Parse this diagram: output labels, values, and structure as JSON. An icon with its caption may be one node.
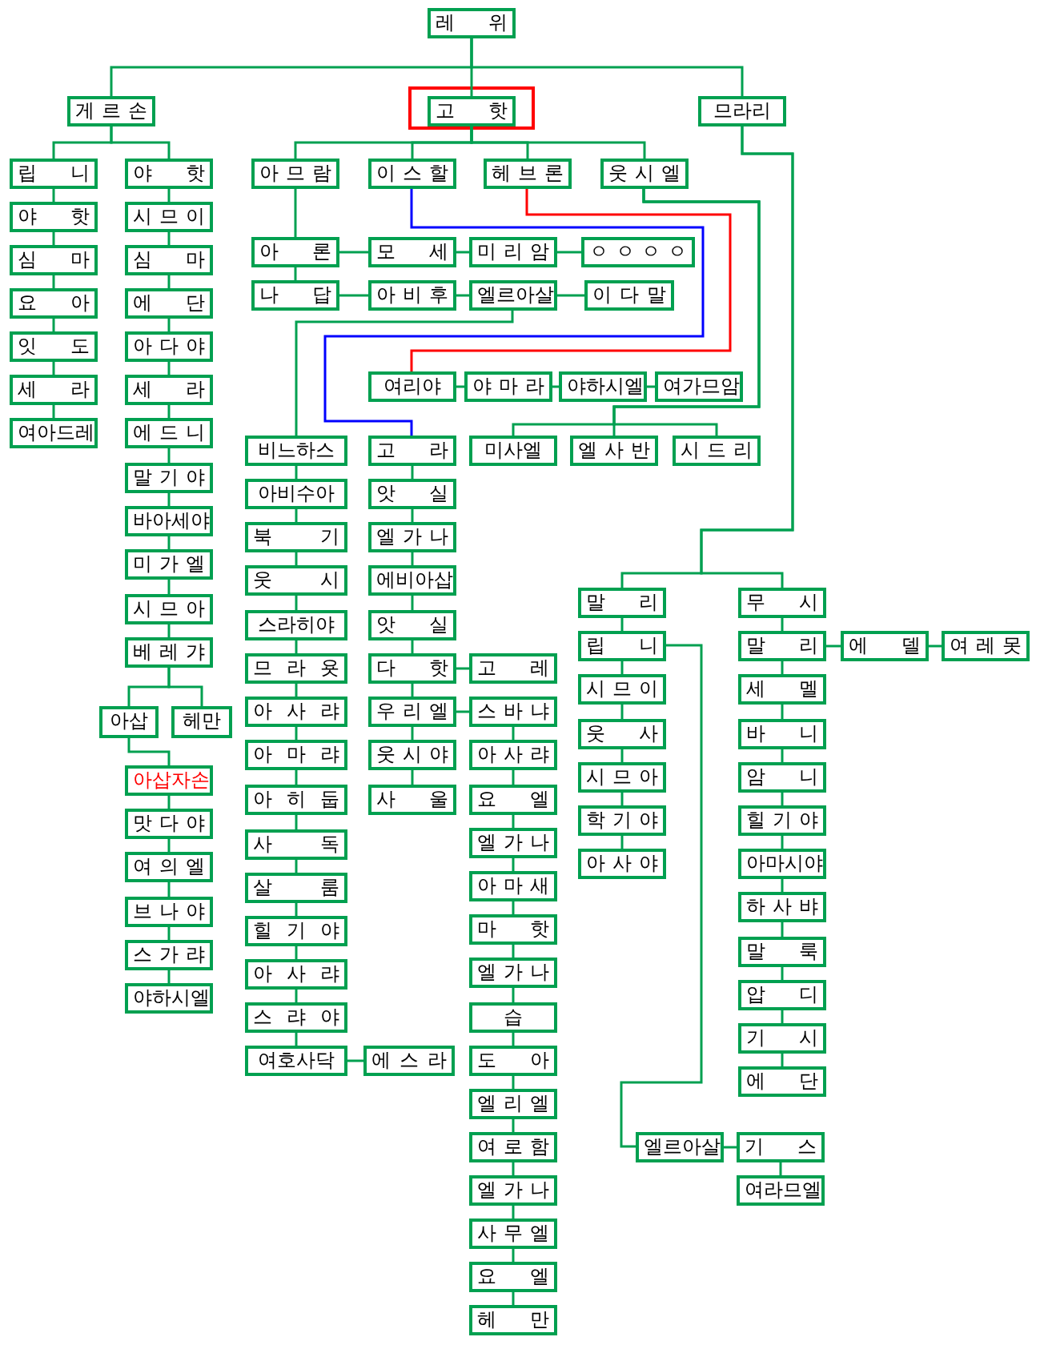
{
  "diagram": {
    "nodes": [
      {
        "text": [
          "레 위"
        ]
      },
      {
        "text": [
          "게 르 손"
        ]
      },
      {
        "text": [
          "고 핫"
        ]
      },
      {
        "text": [
          "므라리"
        ]
      },
      {
        "text": [
          "립 니"
        ]
      },
      {
        "text": [
          "야 핫"
        ]
      },
      {
        "text": [
          "심 마"
        ]
      },
      {
        "text": [
          "요 아"
        ]
      },
      {
        "text": [
          "잇 도"
        ]
      },
      {
        "text": [
          "세 라"
        ]
      },
      {
        "text": [
          "여아드레"
        ]
      },
      {
        "text": [
          "야 핫"
        ]
      },
      {
        "text": [
          "시 므 이"
        ]
      },
      {
        "text": [
          "심 마"
        ]
      },
      {
        "text": [
          "에 단"
        ]
      },
      {
        "text": [
          "아 다 야"
        ]
      },
      {
        "text": [
          "세 라"
        ]
      },
      {
        "text": [
          "에 드 니"
        ]
      },
      {
        "text": [
          "말 기 야"
        ]
      },
      {
        "text": [
          "바아세야"
        ]
      },
      {
        "text": [
          "미 가 엘"
        ]
      },
      {
        "text": [
          "시 므 아"
        ]
      },
      {
        "text": [
          "베 레 갸"
        ]
      },
      {
        "text": [
          "아삽"
        ]
      },
      {
        "text": [
          "헤만"
        ]
      },
      {
        "text": [
          "아삽자손"
        ]
      },
      {
        "text": [
          "맛 다 야"
        ]
      },
      {
        "text": [
          "여 의 엘"
        ]
      },
      {
        "text": [
          "브 나 야"
        ]
      },
      {
        "text": [
          "스 가 랴"
        ]
      },
      {
        "text": [
          "야하시엘"
        ]
      },
      {
        "text": [
          "아 므 람"
        ]
      },
      {
        "text": [
          "이 스 할"
        ]
      },
      {
        "text": [
          "헤 브 론"
        ]
      },
      {
        "text": [
          "웃 시 엘"
        ]
      },
      {
        "text": [
          "아 론"
        ]
      },
      {
        "text": [
          "모 세"
        ]
      },
      {
        "text": [
          "미 리 암"
        ]
      },
      {
        "text": [
          "ㅇ ㅇ ㅇ ㅇ"
        ]
      },
      {
        "text": [
          "나 답"
        ]
      },
      {
        "text": [
          "아 비 후"
        ]
      },
      {
        "text": [
          "엘르아살"
        ]
      },
      {
        "text": [
          "이 다 말"
        ]
      },
      {
        "text": [
          "여리야"
        ]
      },
      {
        "text": [
          "야 마 라"
        ]
      },
      {
        "text": [
          "야하시엘"
        ]
      },
      {
        "text": [
          "여가므암"
        ]
      },
      {
        "text": [
          "비느하스"
        ]
      },
      {
        "text": [
          "고 라"
        ]
      },
      {
        "text": [
          "미사엘"
        ]
      },
      {
        "text": [
          "엘 사 반"
        ]
      },
      {
        "text": [
          "시 드 리"
        ]
      },
      {
        "text": [
          "아비수아"
        ]
      },
      {
        "text": [
          "북 기"
        ]
      },
      {
        "text": [
          "웃 시"
        ]
      },
      {
        "text": [
          "스라히야"
        ]
      },
      {
        "text": [
          "므 라 욧"
        ]
      },
      {
        "text": [
          "아 사 랴"
        ]
      },
      {
        "text": [
          "아 마 랴"
        ]
      },
      {
        "text": [
          "아 히 둡"
        ]
      },
      {
        "text": [
          "사 독"
        ]
      },
      {
        "text": [
          "살 룸"
        ]
      },
      {
        "text": [
          "힐 기 야"
        ]
      },
      {
        "text": [
          "아 사 랴"
        ]
      },
      {
        "text": [
          "스 랴 야"
        ]
      },
      {
        "text": [
          "여호사닥"
        ]
      },
      {
        "text": [
          "에 스 라"
        ]
      },
      {
        "text": [
          "앗 실"
        ]
      },
      {
        "text": [
          "엘 가 나"
        ]
      },
      {
        "text": [
          "에비아삽"
        ]
      },
      {
        "text": [
          "앗 실"
        ]
      },
      {
        "text": [
          "다 핫"
        ]
      },
      {
        "text": [
          "고 레"
        ]
      },
      {
        "text": [
          "우 리 엘"
        ]
      },
      {
        "text": [
          "스 바 냐"
        ]
      },
      {
        "text": [
          "웃 시 야"
        ]
      },
      {
        "text": [
          "사 울"
        ]
      },
      {
        "text": [
          "아 사 랴"
        ]
      },
      {
        "text": [
          "요 엘"
        ]
      },
      {
        "text": [
          "엘 가 나"
        ]
      },
      {
        "text": [
          "아 마 새"
        ]
      },
      {
        "text": [
          "마 핫"
        ]
      },
      {
        "text": [
          "엘 가 나"
        ]
      },
      {
        "text": [
          "습"
        ]
      },
      {
        "text": [
          "도 아"
        ]
      },
      {
        "text": [
          "엘 리 엘"
        ]
      },
      {
        "text": [
          "여 로 함"
        ]
      },
      {
        "text": [
          "엘 가 나"
        ]
      },
      {
        "text": [
          "사 무 엘"
        ]
      },
      {
        "text": [
          "요 엘"
        ]
      },
      {
        "text": [
          "헤 만"
        ]
      },
      {
        "text": [
          "말 리"
        ]
      },
      {
        "text": [
          "무 시"
        ]
      },
      {
        "text": [
          "립 니"
        ]
      },
      {
        "text": [
          "말 리"
        ]
      },
      {
        "text": [
          "에 델"
        ]
      },
      {
        "text": [
          "여 레 못"
        ]
      },
      {
        "text": [
          "시 므 이"
        ]
      },
      {
        "text": [
          "세 멜"
        ]
      },
      {
        "text": [
          "웃 사"
        ]
      },
      {
        "text": [
          "바 니"
        ]
      },
      {
        "text": [
          "시 므 아"
        ]
      },
      {
        "text": [
          "암 니"
        ]
      },
      {
        "text": [
          "학 기 야"
        ]
      },
      {
        "text": [
          "힐 기 야"
        ]
      },
      {
        "text": [
          "아 사 야"
        ]
      },
      {
        "text": [
          "아마시야"
        ]
      },
      {
        "text": [
          "하 사 뱌"
        ]
      },
      {
        "text": [
          "말 룩"
        ]
      },
      {
        "text": [
          "압 디"
        ]
      },
      {
        "text": [
          "기 시"
        ]
      },
      {
        "text": [
          "에 단"
        ]
      },
      {
        "text": [
          "엘르아살"
        ]
      },
      {
        "text": [
          "기 스"
        ]
      },
      {
        "text": [
          "여라므엘"
        ]
      }
    ],
    "edges": [
      {
        "from": 0,
        "to": 1,
        "arrow": "none"
      },
      {
        "from": 0,
        "to": 2,
        "arrow": "none"
      },
      {
        "from": 0,
        "to": 3,
        "arrow": "none"
      },
      {
        "from": 1,
        "to": 4,
        "arrow": "none"
      },
      {
        "from": 1,
        "to": 11,
        "arrow": "none"
      },
      {
        "from": 4,
        "to": 5,
        "arrow": "none"
      },
      {
        "from": 5,
        "to": 6,
        "arrow": "none"
      },
      {
        "from": 6,
        "to": 7,
        "arrow": "none"
      },
      {
        "from": 7,
        "to": 8,
        "arrow": "none"
      },
      {
        "from": 8,
        "to": 9,
        "arrow": "none"
      },
      {
        "from": 9,
        "to": 10,
        "arrow": "none"
      },
      {
        "from": 11,
        "to": 12,
        "arrow": "none"
      },
      {
        "from": 12,
        "to": 13,
        "arrow": "none"
      },
      {
        "from": 13,
        "to": 14,
        "arrow": "none"
      },
      {
        "from": 14,
        "to": 15,
        "arrow": "none"
      },
      {
        "from": 15,
        "to": 16,
        "arrow": "none"
      },
      {
        "from": 16,
        "to": 17,
        "arrow": "none"
      },
      {
        "from": 17,
        "to": 18,
        "arrow": "none"
      },
      {
        "from": 18,
        "to": 19,
        "arrow": "none"
      },
      {
        "from": 19,
        "to": 20,
        "arrow": "none"
      },
      {
        "from": 20,
        "to": 21,
        "arrow": "none"
      },
      {
        "from": 21,
        "to": 22,
        "arrow": "none"
      },
      {
        "from": 22,
        "to": 23,
        "arrow": "none"
      },
      {
        "from": 22,
        "to": 24,
        "arrow": "none"
      },
      {
        "from": 23,
        "to": 25,
        "arrow": "none"
      },
      {
        "from": 25,
        "to": 26,
        "arrow": "none"
      },
      {
        "from": 26,
        "to": 27,
        "arrow": "none"
      },
      {
        "from": 27,
        "to": 28,
        "arrow": "none"
      },
      {
        "from": 28,
        "to": 29,
        "arrow": "none"
      },
      {
        "from": 29,
        "to": 30,
        "arrow": "none"
      },
      {
        "from": 2,
        "to": 31,
        "arrow": "none"
      },
      {
        "from": 2,
        "to": 32,
        "arrow": "none"
      },
      {
        "from": 2,
        "to": 33,
        "arrow": "none"
      },
      {
        "from": 2,
        "to": 34,
        "arrow": "none"
      },
      {
        "from": 31,
        "to": 35,
        "arrow": "none"
      },
      {
        "from": 35,
        "to": 36,
        "arrow": "none"
      },
      {
        "from": 36,
        "to": 37,
        "arrow": "none"
      },
      {
        "from": 37,
        "to": 38,
        "arrow": "none"
      },
      {
        "from": 35,
        "to": 39,
        "arrow": "none"
      },
      {
        "from": 39,
        "to": 40,
        "arrow": "none"
      },
      {
        "from": 40,
        "to": 41,
        "arrow": "none"
      },
      {
        "from": 41,
        "to": 42,
        "arrow": "none"
      },
      {
        "from": 41,
        "to": 47,
        "arrow": "none"
      },
      {
        "from": 32,
        "to": 48,
        "arrow": "none",
        "color": "#0000ff"
      },
      {
        "from": 33,
        "to": 43,
        "arrow": "none",
        "color": "#ff0000"
      },
      {
        "from": 43,
        "to": 44,
        "arrow": "none"
      },
      {
        "from": 44,
        "to": 45,
        "arrow": "none"
      },
      {
        "from": 45,
        "to": 46,
        "arrow": "none"
      },
      {
        "from": 34,
        "to": 49,
        "arrow": "none"
      },
      {
        "from": 34,
        "to": 50,
        "arrow": "none"
      },
      {
        "from": 34,
        "to": 51,
        "arrow": "none"
      },
      {
        "from": 47,
        "to": 52,
        "arrow": "none"
      },
      {
        "from": 52,
        "to": 53,
        "arrow": "none"
      },
      {
        "from": 53,
        "to": 54,
        "arrow": "none"
      },
      {
        "from": 54,
        "to": 55,
        "arrow": "none"
      },
      {
        "from": 55,
        "to": 56,
        "arrow": "none"
      },
      {
        "from": 56,
        "to": 57,
        "arrow": "none"
      },
      {
        "from": 57,
        "to": 58,
        "arrow": "none"
      },
      {
        "from": 58,
        "to": 59,
        "arrow": "none"
      },
      {
        "from": 59,
        "to": 60,
        "arrow": "none"
      },
      {
        "from": 60,
        "to": 61,
        "arrow": "none"
      },
      {
        "from": 61,
        "to": 62,
        "arrow": "none"
      },
      {
        "from": 62,
        "to": 63,
        "arrow": "none"
      },
      {
        "from": 63,
        "to": 64,
        "arrow": "none"
      },
      {
        "from": 64,
        "to": 65,
        "arrow": "none"
      },
      {
        "from": 65,
        "to": 66,
        "arrow": "none"
      },
      {
        "from": 48,
        "to": 67,
        "arrow": "none"
      },
      {
        "from": 67,
        "to": 68,
        "arrow": "none"
      },
      {
        "from": 68,
        "to": 69,
        "arrow": "none"
      },
      {
        "from": 69,
        "to": 70,
        "arrow": "none"
      },
      {
        "from": 70,
        "to": 71,
        "arrow": "none"
      },
      {
        "from": 71,
        "to": 72,
        "arrow": "none"
      },
      {
        "from": 71,
        "to": 73,
        "arrow": "none"
      },
      {
        "from": 73,
        "to": 74,
        "arrow": "none"
      },
      {
        "from": 73,
        "to": 75,
        "arrow": "none"
      },
      {
        "from": 75,
        "to": 76,
        "arrow": "none"
      },
      {
        "from": 74,
        "to": 77,
        "arrow": "none"
      },
      {
        "from": 77,
        "to": 78,
        "arrow": "none"
      },
      {
        "from": 78,
        "to": 79,
        "arrow": "none"
      },
      {
        "from": 79,
        "to": 80,
        "arrow": "none"
      },
      {
        "from": 80,
        "to": 81,
        "arrow": "none"
      },
      {
        "from": 81,
        "to": 82,
        "arrow": "none"
      },
      {
        "from": 82,
        "to": 83,
        "arrow": "none"
      },
      {
        "from": 83,
        "to": 84,
        "arrow": "none"
      },
      {
        "from": 84,
        "to": 85,
        "arrow": "none"
      },
      {
        "from": 85,
        "to": 86,
        "arrow": "none"
      },
      {
        "from": 86,
        "to": 87,
        "arrow": "none"
      },
      {
        "from": 87,
        "to": 88,
        "arrow": "none"
      },
      {
        "from": 88,
        "to": 89,
        "arrow": "none"
      },
      {
        "from": 89,
        "to": 90,
        "arrow": "none"
      },
      {
        "from": 3,
        "to": 91,
        "arrow": "none"
      },
      {
        "from": 3,
        "to": 92,
        "arrow": "none"
      },
      {
        "from": 91,
        "to": 93,
        "arrow": "none"
      },
      {
        "from": 93,
        "to": 97,
        "arrow": "none"
      },
      {
        "from": 97,
        "to": 99,
        "arrow": "none"
      },
      {
        "from": 99,
        "to": 101,
        "arrow": "none"
      },
      {
        "from": 101,
        "to": 103,
        "arrow": "none"
      },
      {
        "from": 103,
        "to": 105,
        "arrow": "none"
      },
      {
        "from": 92,
        "to": 94,
        "arrow": "none"
      },
      {
        "from": 94,
        "to": 95,
        "arrow": "none"
      },
      {
        "from": 95,
        "to": 96,
        "arrow": "none"
      },
      {
        "from": 94,
        "to": 98,
        "arrow": "none"
      },
      {
        "from": 98,
        "to": 100,
        "arrow": "none"
      },
      {
        "from": 100,
        "to": 102,
        "arrow": "none"
      },
      {
        "from": 102,
        "to": 104,
        "arrow": "none"
      },
      {
        "from": 104,
        "to": 106,
        "arrow": "none"
      },
      {
        "from": 106,
        "to": 107,
        "arrow": "none"
      },
      {
        "from": 107,
        "to": 108,
        "arrow": "none"
      },
      {
        "from": 108,
        "to": 109,
        "arrow": "none"
      },
      {
        "from": 109,
        "to": 110,
        "arrow": "none"
      },
      {
        "from": 110,
        "to": 111,
        "arrow": "none"
      },
      {
        "from": 93,
        "to": 112,
        "arrow": "none"
      },
      {
        "from": 112,
        "to": 113,
        "arrow": "none"
      },
      {
        "from": 113,
        "to": 114,
        "arrow": "none"
      }
    ]
  }
}
